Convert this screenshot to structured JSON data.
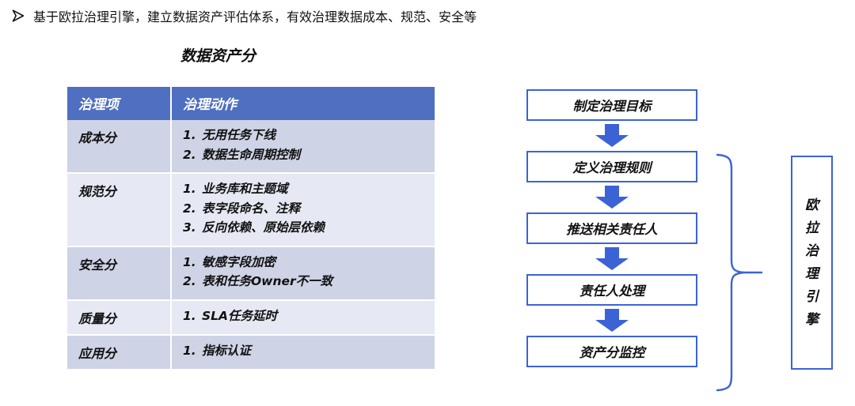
{
  "slide": {
    "bullet_icon": "triangle-right-outline-icon",
    "title": "基于欧拉治理引擎，建立数据资产评估体系，有效治理数据成本、规范、安全等",
    "subtitle": "数据资产分"
  },
  "table": {
    "headers": [
      "治理项",
      "治理动作"
    ],
    "header_bg": "#4f6fc0",
    "header_color": "#ffffff",
    "band_a_bg": "#ced3e6",
    "band_b_bg": "#e6e9f4",
    "rows": [
      {
        "item": "成本分",
        "actions": [
          {
            "num": "1.",
            "text": "无用任务下线"
          },
          {
            "num": "2.",
            "text": "数据生命周期控制"
          }
        ]
      },
      {
        "item": "规范分",
        "actions": [
          {
            "num": "1.",
            "text": "业务库和主题域"
          },
          {
            "num": "2.",
            "text": "表字段命名、注释"
          },
          {
            "num": "3.",
            "text": "反向依赖、原始层依赖"
          }
        ]
      },
      {
        "item": "安全分",
        "actions": [
          {
            "num": "1.",
            "text": "敏感字段加密"
          },
          {
            "num": "2.",
            "text": "表和任务Owner不一致"
          }
        ]
      },
      {
        "item": "质量分",
        "actions": [
          {
            "num": "1.",
            "text": "SLA任务延时"
          }
        ]
      },
      {
        "item": "应用分",
        "actions": [
          {
            "num": "1.",
            "text": "指标认证"
          }
        ]
      }
    ]
  },
  "flow": {
    "accent_color": "#3c63d6",
    "arrow_icon": "down-arrow-icon",
    "steps": [
      {
        "label": "制定治理目标"
      },
      {
        "label": "定义治理规则"
      },
      {
        "label": "推送相关责任人"
      },
      {
        "label": "责任人处理"
      },
      {
        "label": "资产分监控"
      }
    ]
  },
  "engine": {
    "brace_icon": "curly-brace-right-icon",
    "label": "欧拉治理引擎",
    "chars": [
      "欧",
      "拉",
      "治",
      "理",
      "引",
      "擎"
    ],
    "border_color": "#3c63d6"
  }
}
